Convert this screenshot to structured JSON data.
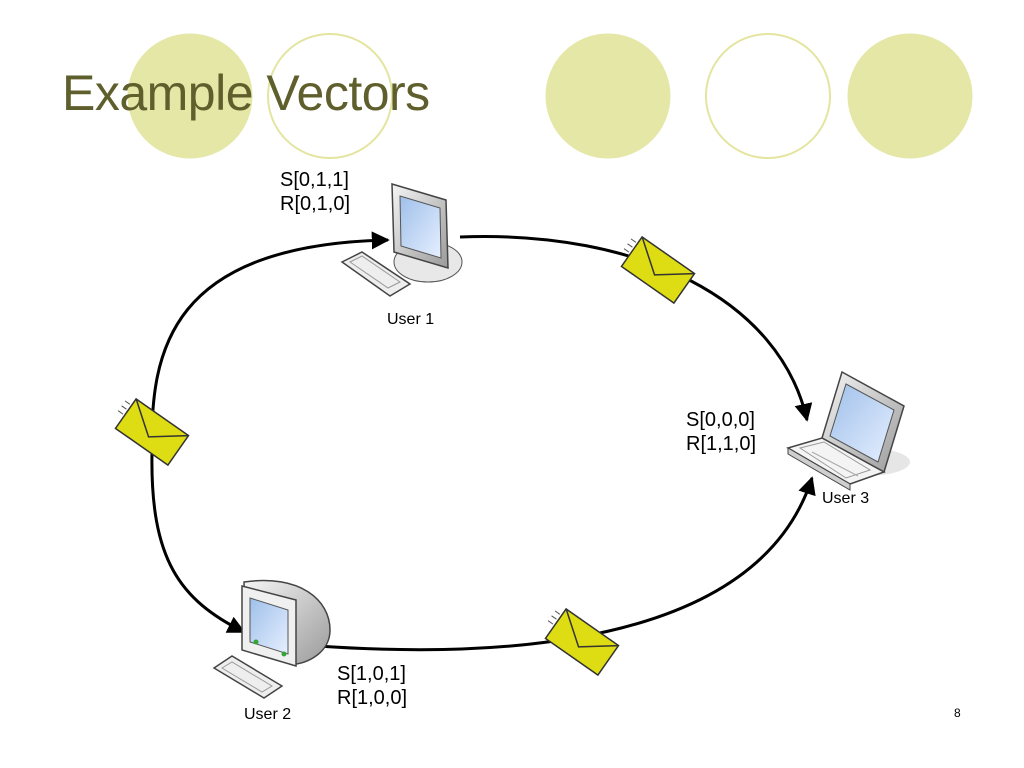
{
  "title": "Example Vectors",
  "theme": {
    "accent_fill": "#e5e7a6",
    "accent_stroke": "#d6d990",
    "title_color": "#5f5f2d",
    "envelope_color": "#dedc12"
  },
  "nodes": {
    "user1": {
      "label": "User 1",
      "send_vector": "S[0,1,1]",
      "receive_vector": "R[0,1,0]",
      "device": "desktop-computer"
    },
    "user2": {
      "label": "User 2",
      "send_vector": "S[1,0,1]",
      "receive_vector": "R[1,0,0]",
      "device": "desktop-computer"
    },
    "user3": {
      "label": "User 3",
      "send_vector": "S[0,0,0]",
      "receive_vector": "R[1,1,0]",
      "device": "laptop"
    }
  },
  "page_number": "8"
}
